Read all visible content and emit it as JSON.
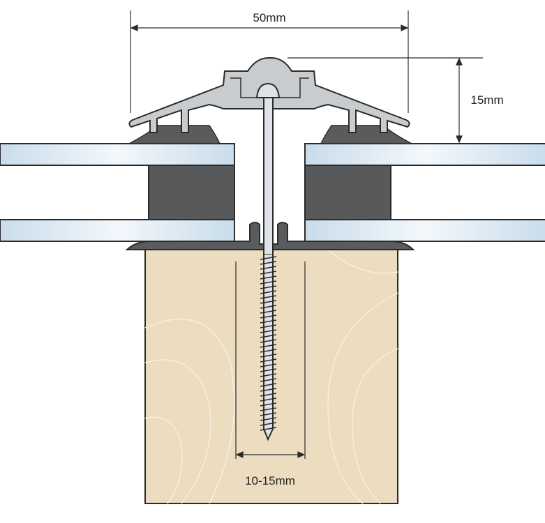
{
  "dimensions": {
    "width_label": "50mm",
    "height_label": "15mm",
    "fixing_label": "10-15mm"
  },
  "colors": {
    "aluminium": "#c9cccf",
    "gasket": "#5a5b5d",
    "spacer": "#58595b",
    "glass_light": "#eef5fb",
    "glass_blue": "#c9dceb",
    "timber": "#ecdcc0",
    "outline": "#2b2b2b"
  }
}
